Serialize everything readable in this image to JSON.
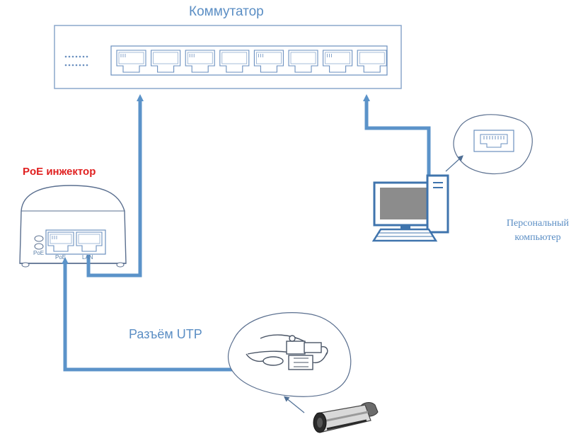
{
  "labels": {
    "switch": "Коммутатор",
    "poe_injector": "PoE инжектор",
    "pc_line1": "Персональный",
    "pc_line2": "компьютер",
    "utp": "Разъём UTP"
  },
  "injector_ports": {
    "poe_led": "PoE",
    "poe_port": "PoE",
    "lan_port": "LAN"
  },
  "switch_ports_count": 8,
  "colors": {
    "cable": "#5b93c9",
    "outline": "#6a8fbf",
    "label_blue": "#5b8ec4",
    "label_red": "#e02020",
    "screen": "#8c8c8c"
  }
}
